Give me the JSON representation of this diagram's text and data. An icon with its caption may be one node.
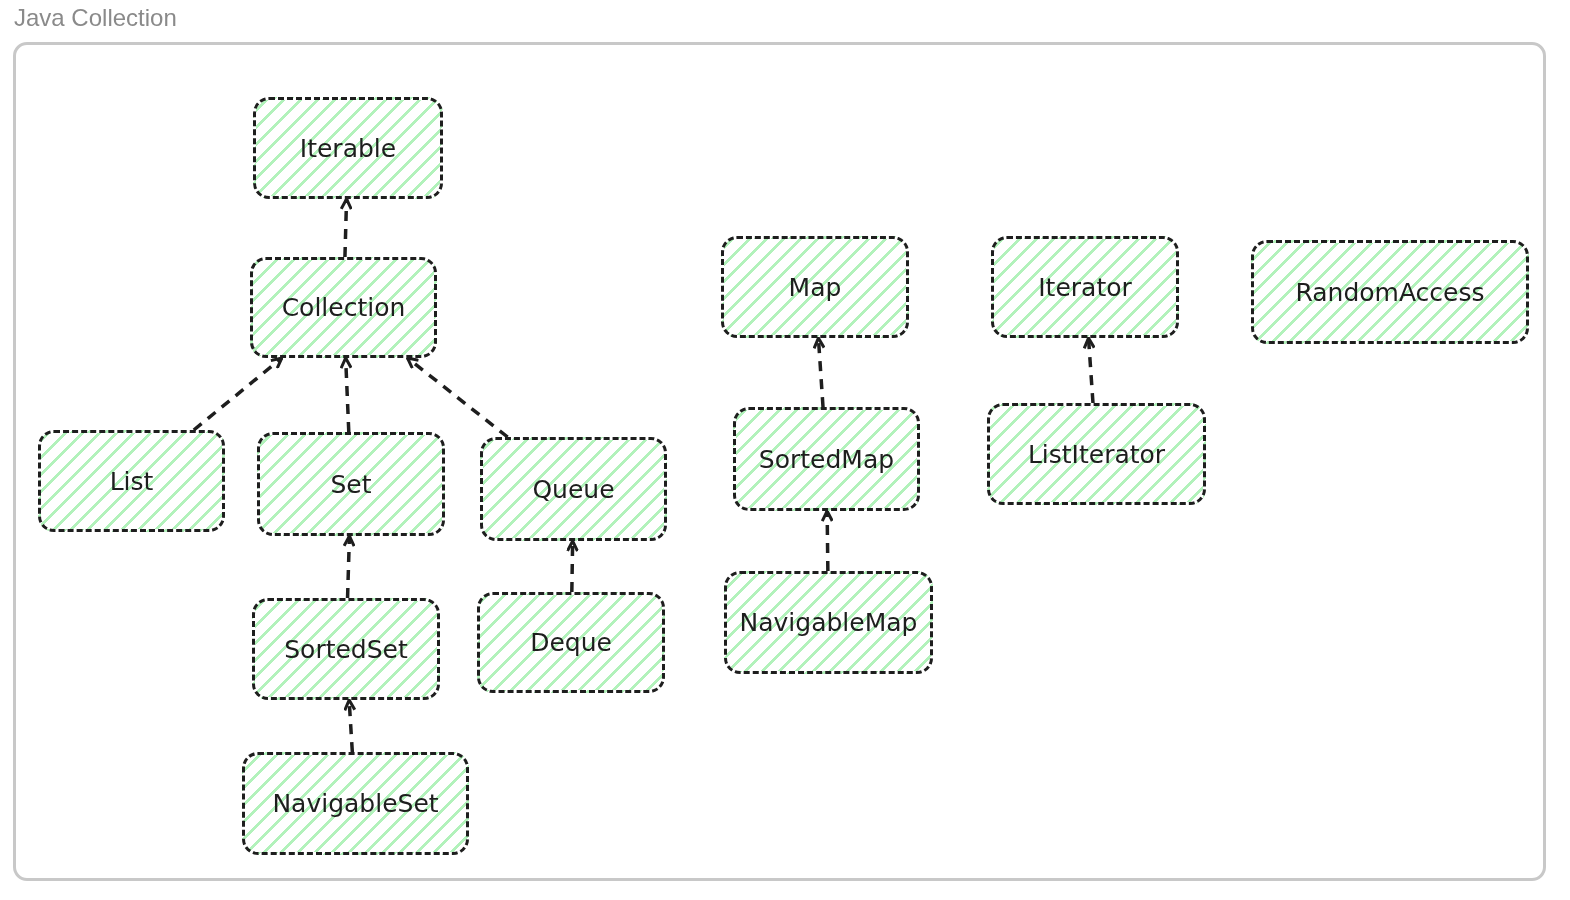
{
  "diagram": {
    "title": "Java Collection",
    "nodes": [
      {
        "text": [
          "Iterable"
        ]
      },
      {
        "text": [
          "Collection"
        ]
      },
      {
        "text": [
          "List"
        ]
      },
      {
        "text": [
          "Set"
        ]
      },
      {
        "text": [
          "Queue"
        ]
      },
      {
        "text": [
          "SortedSet"
        ]
      },
      {
        "text": [
          "Deque"
        ]
      },
      {
        "text": [
          "NavigableSet"
        ]
      },
      {
        "text": [
          "Map"
        ]
      },
      {
        "text": [
          "SortedMap"
        ]
      },
      {
        "text": [
          "NavigableMap"
        ]
      },
      {
        "text": [
          "Iterator"
        ]
      },
      {
        "text": [
          "ListIterator"
        ]
      },
      {
        "text": [
          "RandomAccess"
        ]
      }
    ],
    "edges": [
      {
        "from": 1,
        "to": 0,
        "arrow": "to",
        "style": "dashed"
      },
      {
        "from": 2,
        "to": 1,
        "arrow": "to",
        "style": "dashed"
      },
      {
        "from": 3,
        "to": 1,
        "arrow": "to",
        "style": "dashed"
      },
      {
        "from": 4,
        "to": 1,
        "arrow": "to",
        "style": "dashed"
      },
      {
        "from": 5,
        "to": 3,
        "arrow": "to",
        "style": "dashed"
      },
      {
        "from": 6,
        "to": 4,
        "arrow": "to",
        "style": "dashed"
      },
      {
        "from": 7,
        "to": 5,
        "arrow": "to",
        "style": "dashed"
      },
      {
        "from": 9,
        "to": 8,
        "arrow": "to",
        "style": "dashed"
      },
      {
        "from": 10,
        "to": 9,
        "arrow": "to",
        "style": "dashed"
      },
      {
        "from": 12,
        "to": 11,
        "arrow": "to",
        "style": "dashed"
      }
    ]
  }
}
